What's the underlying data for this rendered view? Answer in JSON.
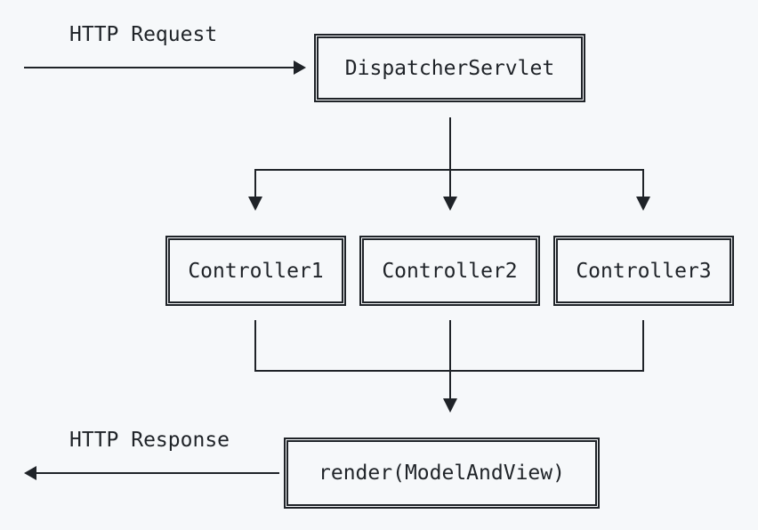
{
  "colors": {
    "background": "#f6f8fa",
    "ink": "#1f2328"
  },
  "diagram": {
    "request_label": "HTTP Request",
    "response_label": "HTTP Response",
    "nodes": {
      "dispatcher": "DispatcherServlet",
      "controller1": "Controller1",
      "controller2": "Controller2",
      "controller3": "Controller3",
      "render": "render(ModelAndView)"
    }
  }
}
